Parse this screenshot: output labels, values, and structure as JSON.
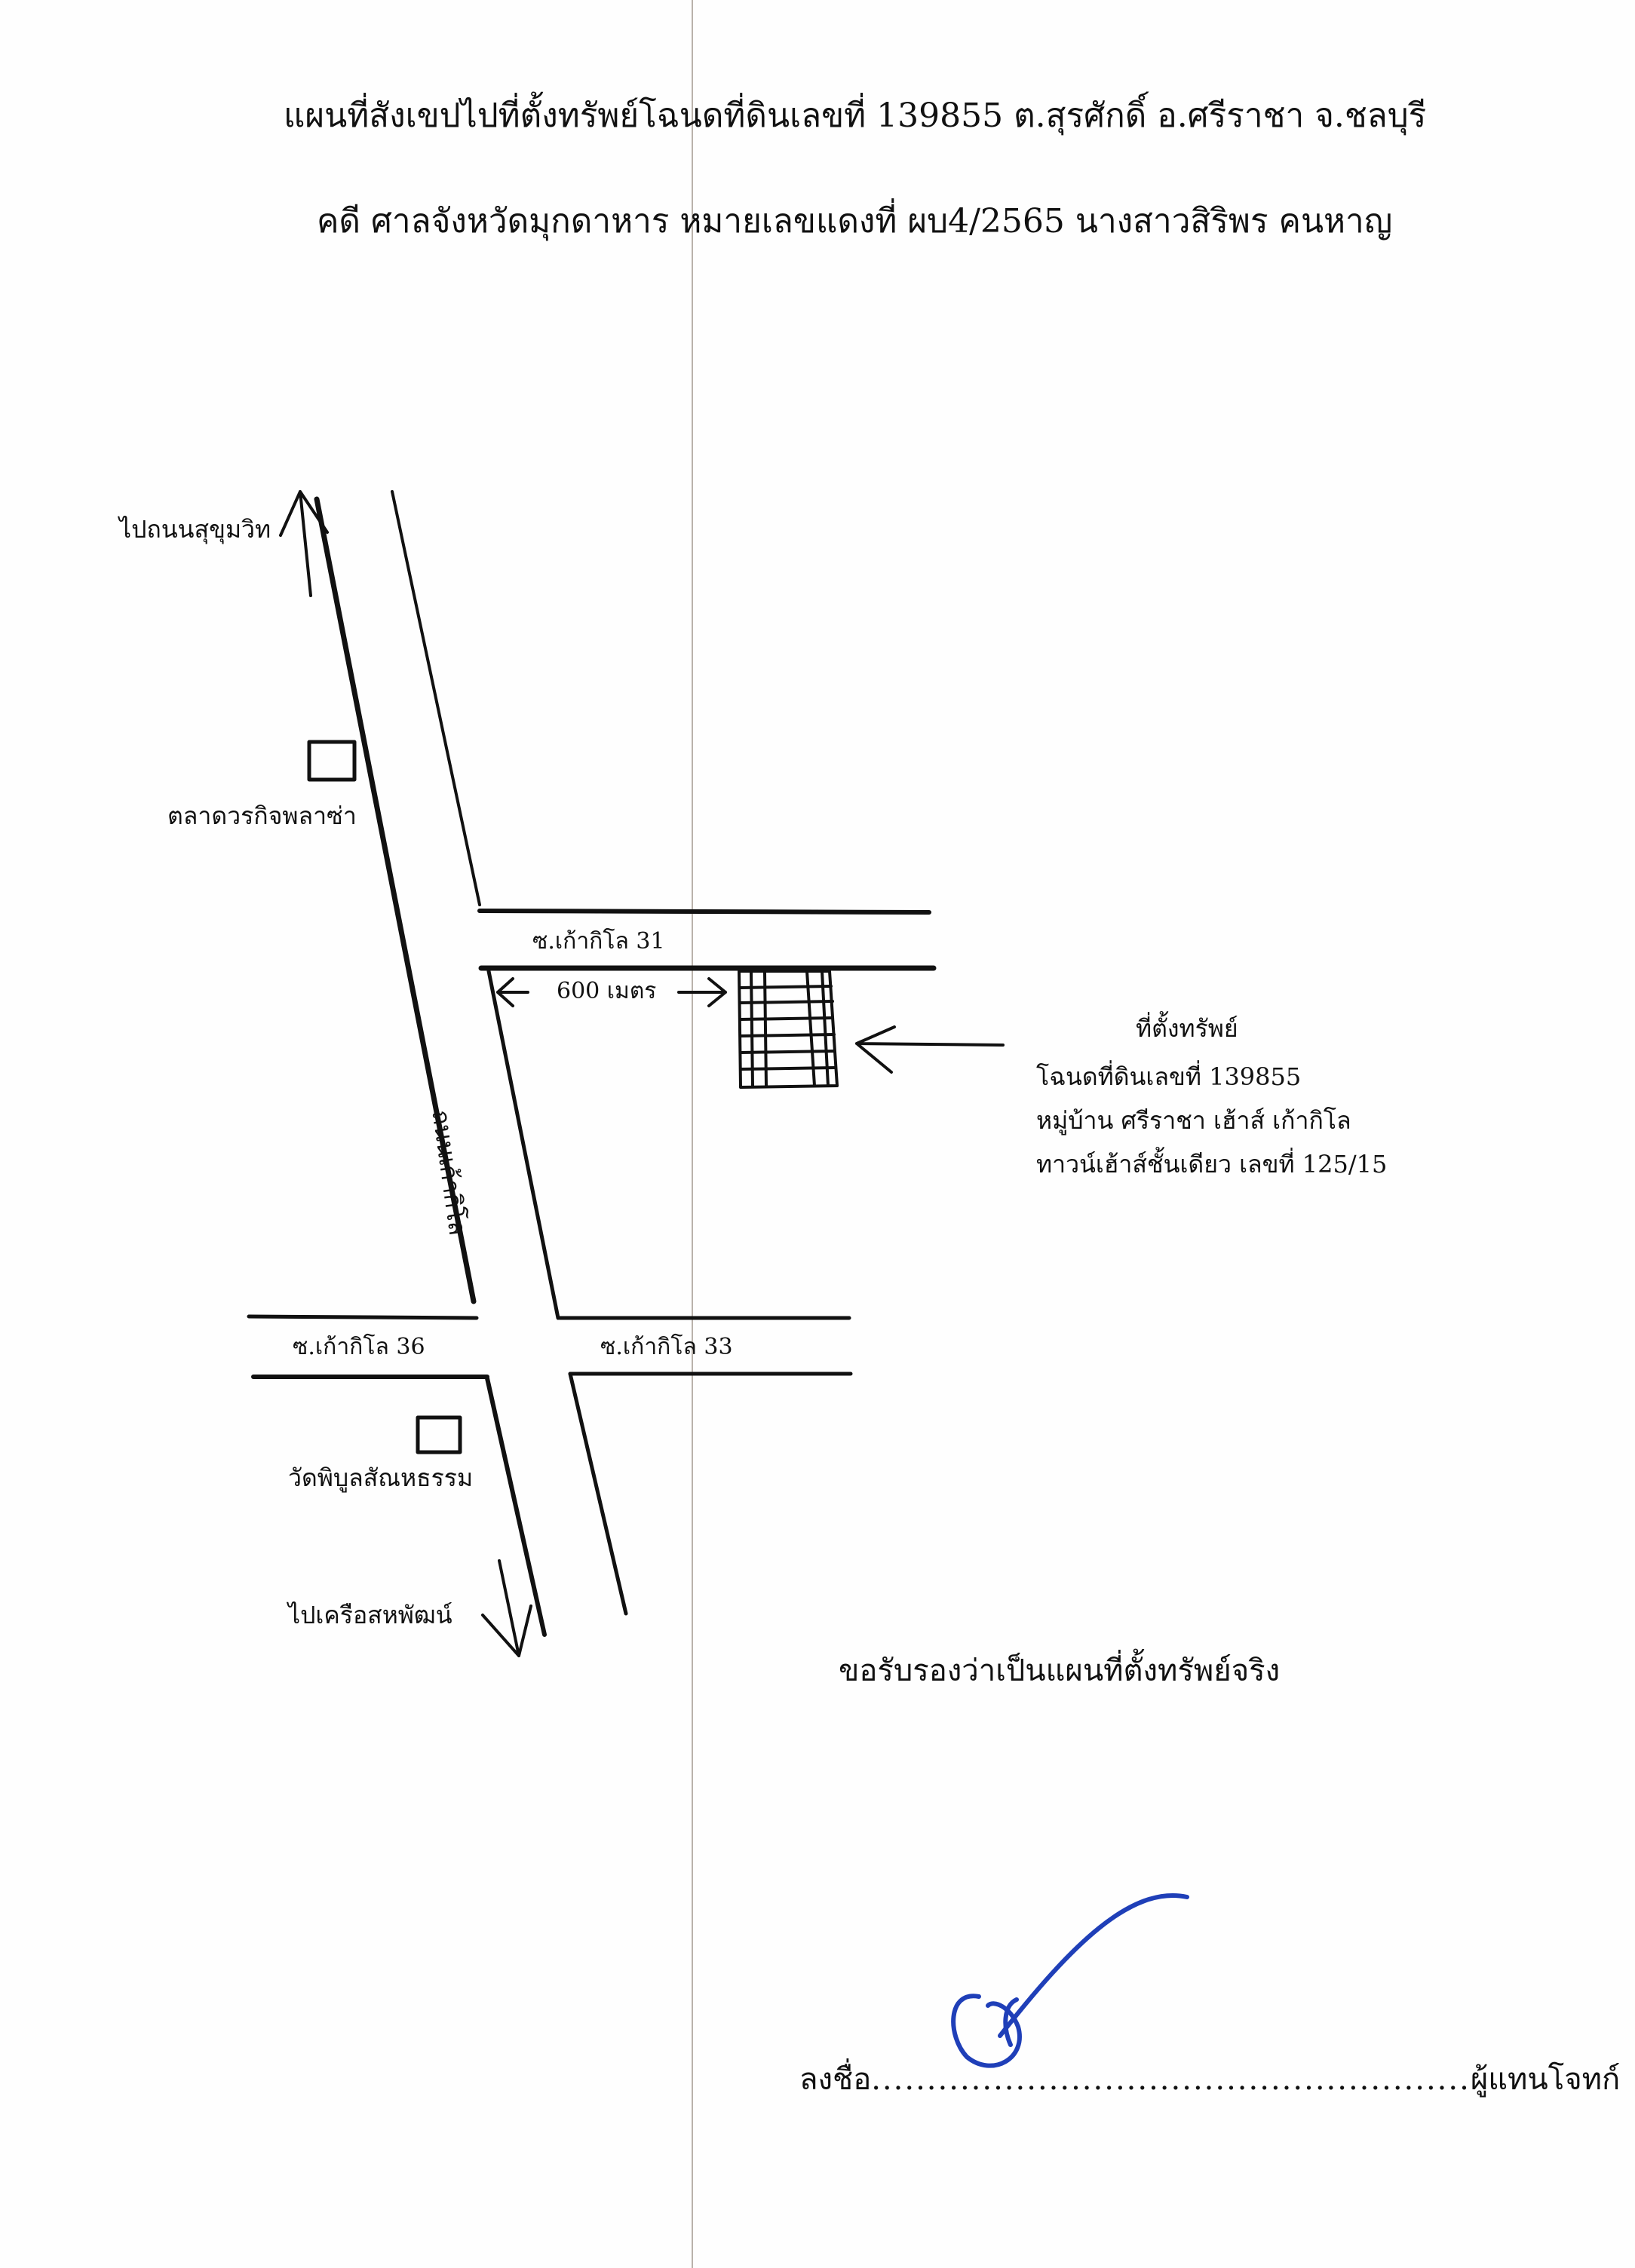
{
  "header": {
    "title": "แผนที่สังเขปไปที่ตั้งทรัพย์โฉนดที่ดินเลขที่ 139855 ต.สุรศักดิ์ อ.ศรีราชา จ.ชลบุรี",
    "case_line": "คดี ศาลจังหวัดมุกดาหาร หมายเลขแดงที่ ผบ4/2565 นางสาวสิริพร คนหาญ"
  },
  "map": {
    "to_sukhumvit": "ไปถนนสุขุมวิท",
    "market": "ตลาดวรกิจพลาซ่า",
    "soi_31": "ซ.เก้ากิโล 31",
    "distance": "600 เมตร",
    "main_road": "ถนนเก้ากิโล",
    "soi_36": "ซ.เก้ากิโล 36",
    "soi_33": "ซ.เก้ากิโล 33",
    "temple": "วัดพิบูลสัณหธรรม",
    "to_khrua": "ไปเครือสหพัฒน์",
    "property": {
      "heading": "ที่ตั้งทรัพย์",
      "line1": "โฉนดที่ดินเลขที่ 139855",
      "line2": "หมู่บ้าน ศรีราชา เฮ้าส์ เก้ากิโล",
      "line3": "ทาวน์เฮ้าส์ชั้นเดียว เลขที่ 125/15"
    }
  },
  "footer": {
    "certification": "ขอรับรองว่าเป็นแผนที่ตั้งทรัพย์จริง",
    "sign_label": "ลงชื่อ",
    "sign_dots": "......................................................",
    "signer_role": "ผู้แทนโจทก์"
  },
  "colors": {
    "ink": "#111111",
    "signature": "#1f3fb8",
    "fold": "#b9b2ab"
  }
}
